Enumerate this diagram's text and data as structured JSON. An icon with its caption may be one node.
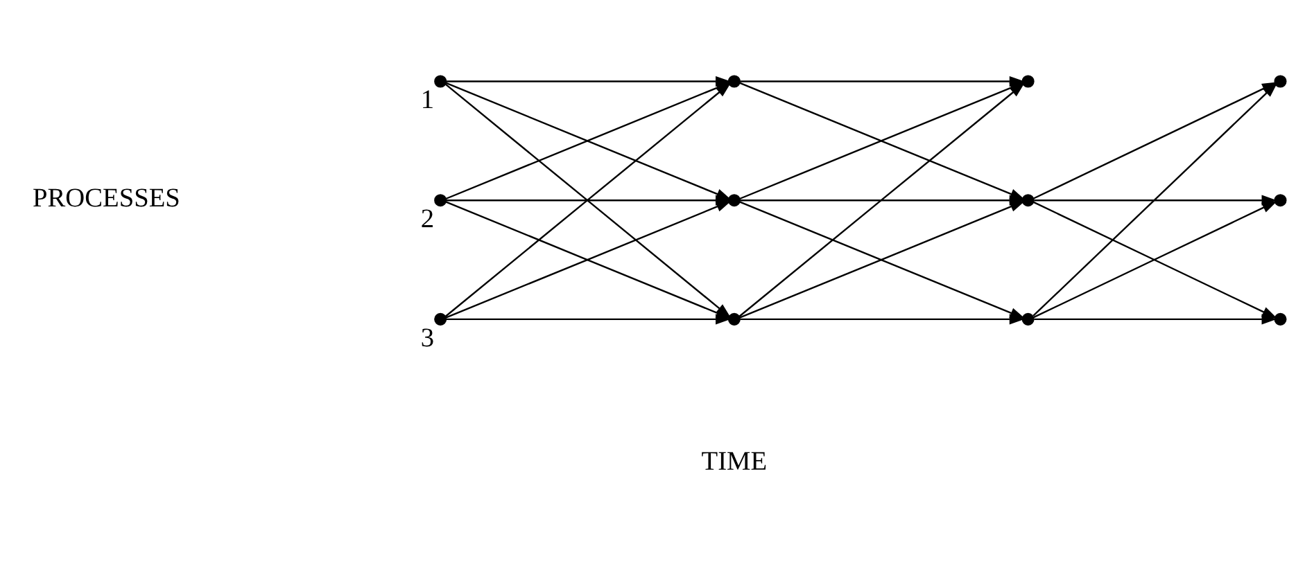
{
  "diagram": {
    "nodes": [
      {
        "text": [],
        "shape": "dot",
        "beside": [
          "1"
        ]
      },
      {
        "text": [],
        "shape": "dot",
        "beside": [
          "2"
        ]
      },
      {
        "text": [],
        "shape": "dot",
        "beside": [
          "3"
        ]
      },
      {
        "text": [],
        "shape": "dot"
      },
      {
        "text": [],
        "shape": "dot"
      },
      {
        "text": [],
        "shape": "dot"
      },
      {
        "text": [],
        "shape": "dot"
      },
      {
        "text": [],
        "shape": "dot"
      },
      {
        "text": [],
        "shape": "dot"
      },
      {
        "text": [],
        "shape": "dot"
      },
      {
        "text": [],
        "shape": "dot"
      },
      {
        "text": [],
        "shape": "dot"
      }
    ],
    "edges": [
      {
        "from": 0,
        "to": 3,
        "arrow": "to"
      },
      {
        "from": 0,
        "to": 4,
        "arrow": "to"
      },
      {
        "from": 0,
        "to": 5,
        "arrow": "to"
      },
      {
        "from": 1,
        "to": 3,
        "arrow": "to"
      },
      {
        "from": 1,
        "to": 4,
        "arrow": "to"
      },
      {
        "from": 1,
        "to": 5,
        "arrow": "to"
      },
      {
        "from": 2,
        "to": 3,
        "arrow": "to"
      },
      {
        "from": 2,
        "to": 4,
        "arrow": "to"
      },
      {
        "from": 2,
        "to": 5,
        "arrow": "to"
      },
      {
        "from": 3,
        "to": 6,
        "arrow": "to"
      },
      {
        "from": 3,
        "to": 7,
        "arrow": "to"
      },
      {
        "from": 4,
        "to": 6,
        "arrow": "to"
      },
      {
        "from": 4,
        "to": 7,
        "arrow": "to"
      },
      {
        "from": 4,
        "to": 8,
        "arrow": "to"
      },
      {
        "from": 5,
        "to": 6,
        "arrow": "to"
      },
      {
        "from": 5,
        "to": 7,
        "arrow": "to"
      },
      {
        "from": 5,
        "to": 8,
        "arrow": "to"
      },
      {
        "from": 7,
        "to": 9,
        "arrow": "to"
      },
      {
        "from": 7,
        "to": 10,
        "arrow": "to"
      },
      {
        "from": 7,
        "to": 11,
        "arrow": "to"
      },
      {
        "from": 8,
        "to": 9,
        "arrow": "to"
      },
      {
        "from": 8,
        "to": 10,
        "arrow": "to"
      },
      {
        "from": 8,
        "to": 11,
        "arrow": "to"
      }
    ],
    "labels": [
      "PROCESSES",
      "TIME"
    ]
  }
}
